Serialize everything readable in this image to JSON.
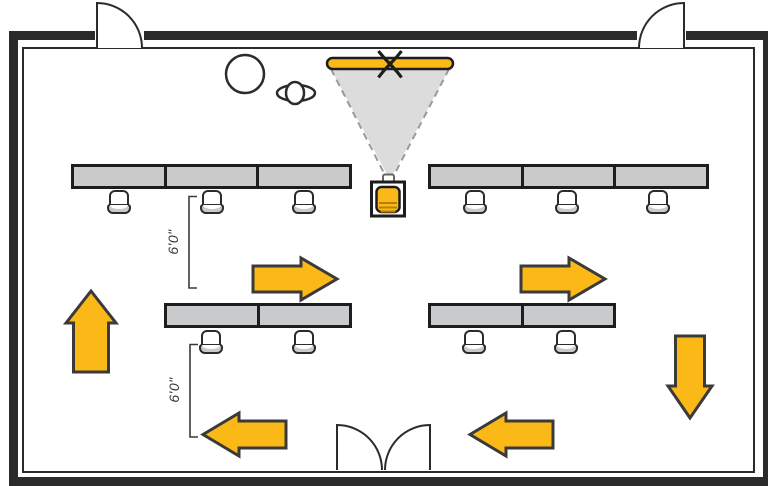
{
  "labels": {
    "row_gap_front": "6'0\"",
    "row_gap_back": "6'0\""
  },
  "colors": {
    "bg": "#ffffff",
    "wall": "#2b2b2b",
    "outline": "#1d1d1d",
    "furniture-gray": "#c9cacc",
    "gold": "#fbb917",
    "gold-dark": "#b97e00",
    "cone-gray": "#dcdcdc",
    "dash-gray": "#9a9a9a",
    "dim": "#3a3a3a"
  },
  "room": {
    "doors": [
      {
        "name": "door-top-left",
        "type": "single",
        "swing": "outward"
      },
      {
        "name": "door-top-right",
        "type": "single",
        "swing": "outward"
      },
      {
        "name": "door-bottom-center",
        "type": "double",
        "swing": "inward"
      }
    ],
    "projection": {
      "screen": "wall-screen-with-x-mark",
      "projector": "projector-with-cone"
    },
    "desk_rows": [
      {
        "name": "front-left",
        "desks": 3,
        "chairs": 3
      },
      {
        "name": "front-right",
        "desks": 3,
        "chairs": 3
      },
      {
        "name": "back-left",
        "desks": 2,
        "chairs": 2
      },
      {
        "name": "back-right",
        "desks": 2,
        "chairs": 2
      }
    ],
    "flow_arrows": [
      {
        "name": "left-aisle",
        "direction": "up"
      },
      {
        "name": "left-center-aisle",
        "direction": "right"
      },
      {
        "name": "right-center-aisle",
        "direction": "right"
      },
      {
        "name": "right-aisle",
        "direction": "down"
      },
      {
        "name": "bottom-left-aisle",
        "direction": "left"
      },
      {
        "name": "bottom-right-aisle",
        "direction": "left"
      }
    ],
    "fixtures": [
      "round-stool",
      "teacher-chair"
    ]
  }
}
